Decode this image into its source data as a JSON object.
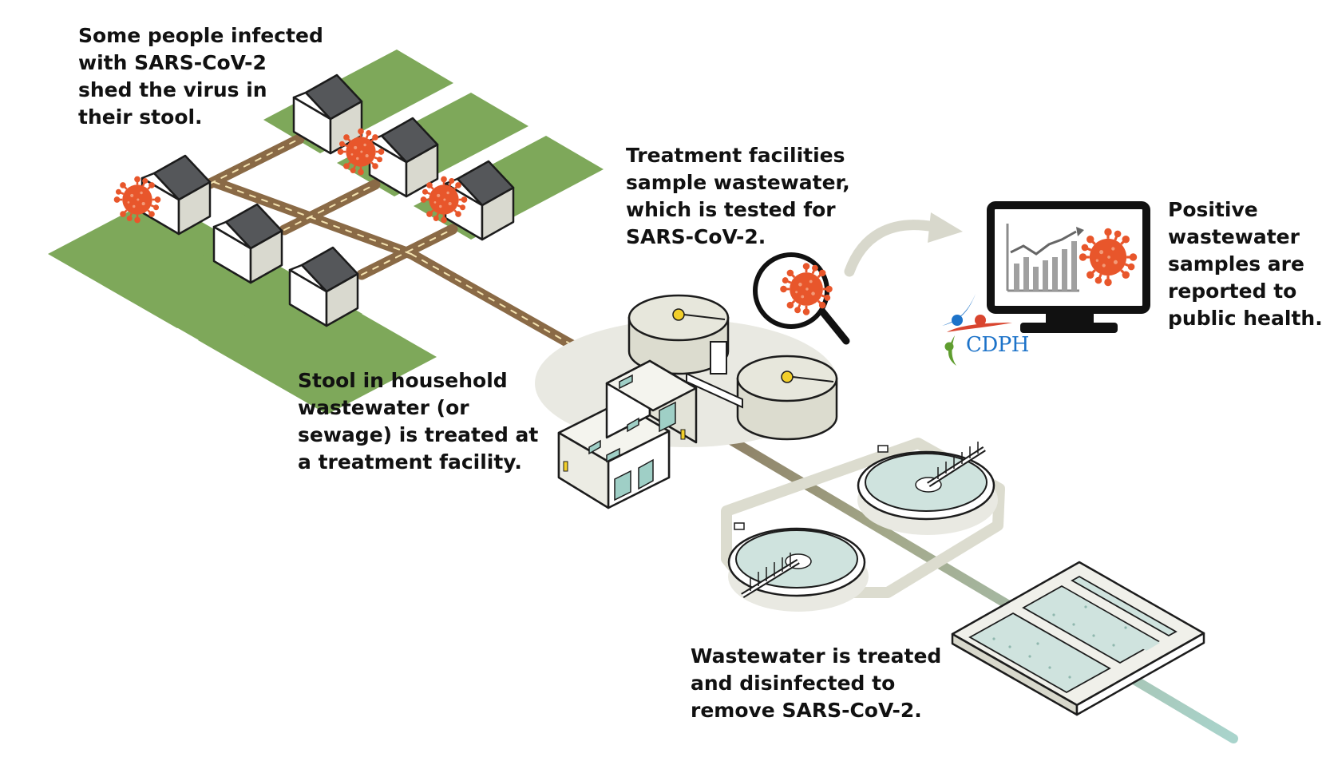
{
  "captions": {
    "infected": [
      "Some people infected",
      "with SARS-CoV-2",
      "shed the virus in",
      "their stool."
    ],
    "stool": [
      "Stool in household",
      "wastewater (or",
      "sewage) is treated at",
      "a treatment facility."
    ],
    "sample": [
      "Treatment facilities",
      "sample wastewater,",
      "which is tested for",
      "SARS-CoV-2."
    ],
    "reported": [
      "Positive",
      "wastewater",
      "samples are",
      "reported to",
      "public health."
    ],
    "disinfect": [
      "Wastewater is treated",
      "and disinfected to",
      "remove SARS-CoV-2."
    ]
  },
  "logo": {
    "text": "CDPH"
  },
  "colors": {
    "grass": "#7ea85a",
    "sewer_pipe": "#8a6a46",
    "outflow_pipe": "#a7cfc8",
    "virus": "#e8562b",
    "roof": "#55575a",
    "water": "#cfe3de",
    "logo_blue": "#1d73c9",
    "logo_red": "#d9452f",
    "logo_green": "#5f9d2f"
  },
  "icons": [
    "house-icon",
    "virus-icon",
    "magnifier-icon",
    "monitor-icon",
    "trend-arrow-icon",
    "cdph-logo"
  ]
}
